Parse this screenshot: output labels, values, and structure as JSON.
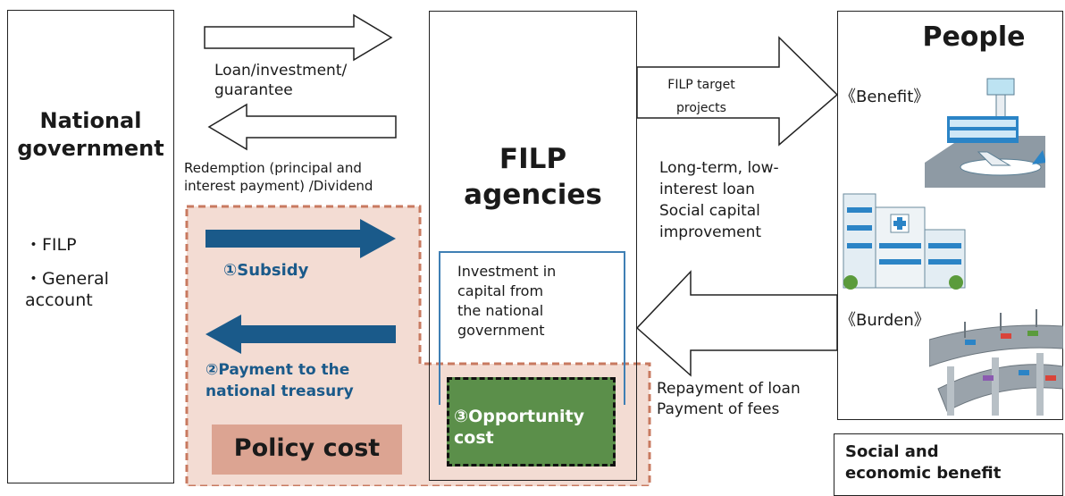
{
  "colors": {
    "policy_area_fill": "#f3dcd3",
    "policy_area_border": "#c87a60",
    "arrow_dark": "#1a5a8a",
    "accent_text": "#1a5a8a",
    "policy_label_bg": "#dca492",
    "opportunity_fill": "#5b8f4a",
    "investment_border": "#3f7fb4"
  },
  "nodes": {
    "national_government": {
      "title": "National\ngovernment",
      "items": [
        "・FILP",
        "・General\naccount"
      ]
    },
    "filp_agencies": {
      "title": "FILP\nagencies"
    },
    "people": {
      "title": "People"
    }
  },
  "flows": {
    "loan": "Loan/investment/\nguarantee",
    "redemption": "Redemption (principal and\ninterest payment) /Dividend",
    "subsidy": "①Subsidy",
    "payment_treasury": "②Payment to the\nnational treasury",
    "target_projects": "FILP target\nprojects",
    "long_term": "Long-term, low-\ninterest loan\nSocial capital\nimprovement",
    "repayment": "Repayment of loan\nPayment of fees"
  },
  "investment_capital": "Investment in\ncapital from\nthe national\ngovernment",
  "opportunity_cost": "③Opportunity\ncost",
  "policy_cost": "Policy cost",
  "benefit_label": "《Benefit》",
  "burden_label": "《Burden》",
  "social_benefit": "Social and\neconomic benefit",
  "icons": [
    "airport-illustration-icon",
    "hospital-illustration-icon",
    "highway-illustration-icon"
  ]
}
